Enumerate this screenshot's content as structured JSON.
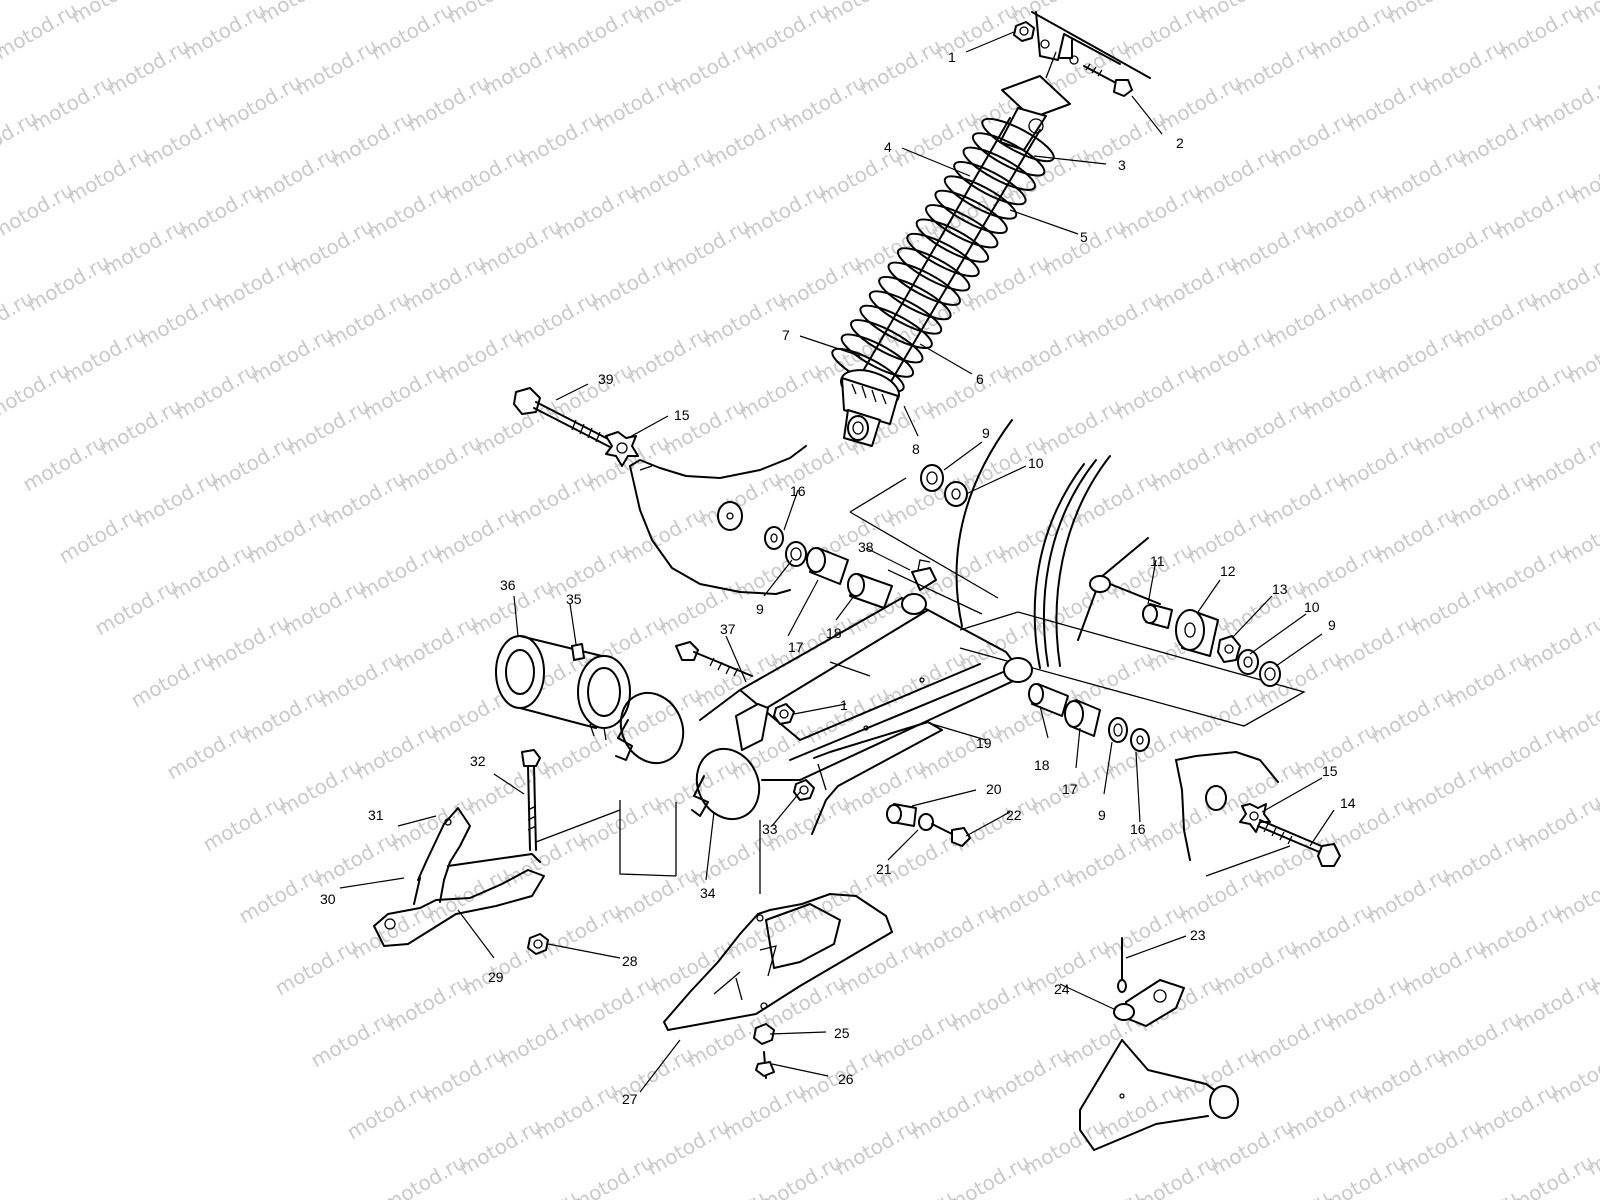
{
  "watermark": {
    "text": "motod.ru",
    "color": "#c9c9c9"
  },
  "diagram": {
    "line_color": "#000000",
    "callouts": [
      {
        "id": "c1a",
        "label": "1"
      },
      {
        "id": "c2",
        "label": "2"
      },
      {
        "id": "c3",
        "label": "3"
      },
      {
        "id": "c4",
        "label": "4"
      },
      {
        "id": "c5",
        "label": "5"
      },
      {
        "id": "c6",
        "label": "6"
      },
      {
        "id": "c7",
        "label": "7"
      },
      {
        "id": "c8",
        "label": "8"
      },
      {
        "id": "c9a",
        "label": "9"
      },
      {
        "id": "c10a",
        "label": "10"
      },
      {
        "id": "c39",
        "label": "39"
      },
      {
        "id": "c15a",
        "label": "15"
      },
      {
        "id": "c16a",
        "label": "16"
      },
      {
        "id": "c38",
        "label": "38"
      },
      {
        "id": "c11",
        "label": "11"
      },
      {
        "id": "c12",
        "label": "12"
      },
      {
        "id": "c13",
        "label": "13"
      },
      {
        "id": "c10b",
        "label": "10"
      },
      {
        "id": "c9b",
        "label": "9"
      },
      {
        "id": "c36",
        "label": "36"
      },
      {
        "id": "c35",
        "label": "35"
      },
      {
        "id": "c9c",
        "label": "9"
      },
      {
        "id": "c17a",
        "label": "17"
      },
      {
        "id": "c18a",
        "label": "18"
      },
      {
        "id": "c37",
        "label": "37"
      },
      {
        "id": "c1b",
        "label": "1"
      },
      {
        "id": "c19",
        "label": "19"
      },
      {
        "id": "c20",
        "label": "20"
      },
      {
        "id": "c22",
        "label": "22"
      },
      {
        "id": "c21",
        "label": "21"
      },
      {
        "id": "c18b",
        "label": "18"
      },
      {
        "id": "c17b",
        "label": "17"
      },
      {
        "id": "c9d",
        "label": "9"
      },
      {
        "id": "c16b",
        "label": "16"
      },
      {
        "id": "c15b",
        "label": "15"
      },
      {
        "id": "c14",
        "label": "14"
      },
      {
        "id": "c32",
        "label": "32"
      },
      {
        "id": "c31",
        "label": "31"
      },
      {
        "id": "c30",
        "label": "30"
      },
      {
        "id": "c29",
        "label": "29"
      },
      {
        "id": "c28",
        "label": "28"
      },
      {
        "id": "c33",
        "label": "33"
      },
      {
        "id": "c34",
        "label": "34"
      },
      {
        "id": "c23",
        "label": "23"
      },
      {
        "id": "c24",
        "label": "24"
      },
      {
        "id": "c25",
        "label": "25"
      },
      {
        "id": "c26",
        "label": "26"
      },
      {
        "id": "c27",
        "label": "27"
      }
    ]
  }
}
